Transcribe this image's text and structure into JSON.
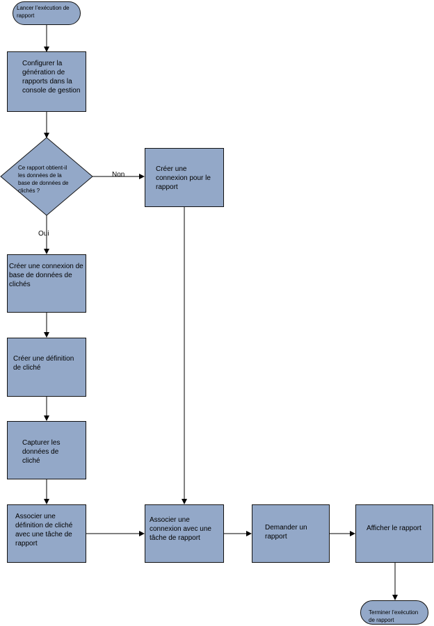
{
  "nodes": {
    "start": "Lancer l’exécution de\nrapport",
    "configure": "Configurer la\ngénération de\nrapports dans la\nconsole de gestion",
    "decision": "Ce rapport obtient-il\nles données de la\nbase de données de\nclichés ?",
    "create_connection_report": "Créer une\nconnexion pour le\nrapport",
    "create_snapshot_db_connection": "Créer une connexion de\nbase de données de\nclichés",
    "create_snapshot_definition": "Créer une définition\nde cliché",
    "capture_snapshot": "Capturer les\ndonnées de\ncliché",
    "associate_snapshot_definition": "Associer une\ndéfinition de cliché\navec une tâche de\nrapport",
    "associate_connection": "Associer une\nconnexion avec une\ntâche de rapport",
    "request_report": "Demander un\nrapport",
    "display_report": "Afficher le rapport",
    "end": "Terminer  l’exécution\nde rapport"
  },
  "edge_labels": {
    "no": "Non",
    "yes": "Oui"
  },
  "colors": {
    "node_fill": "#93a8c8",
    "stroke": "#111111"
  }
}
